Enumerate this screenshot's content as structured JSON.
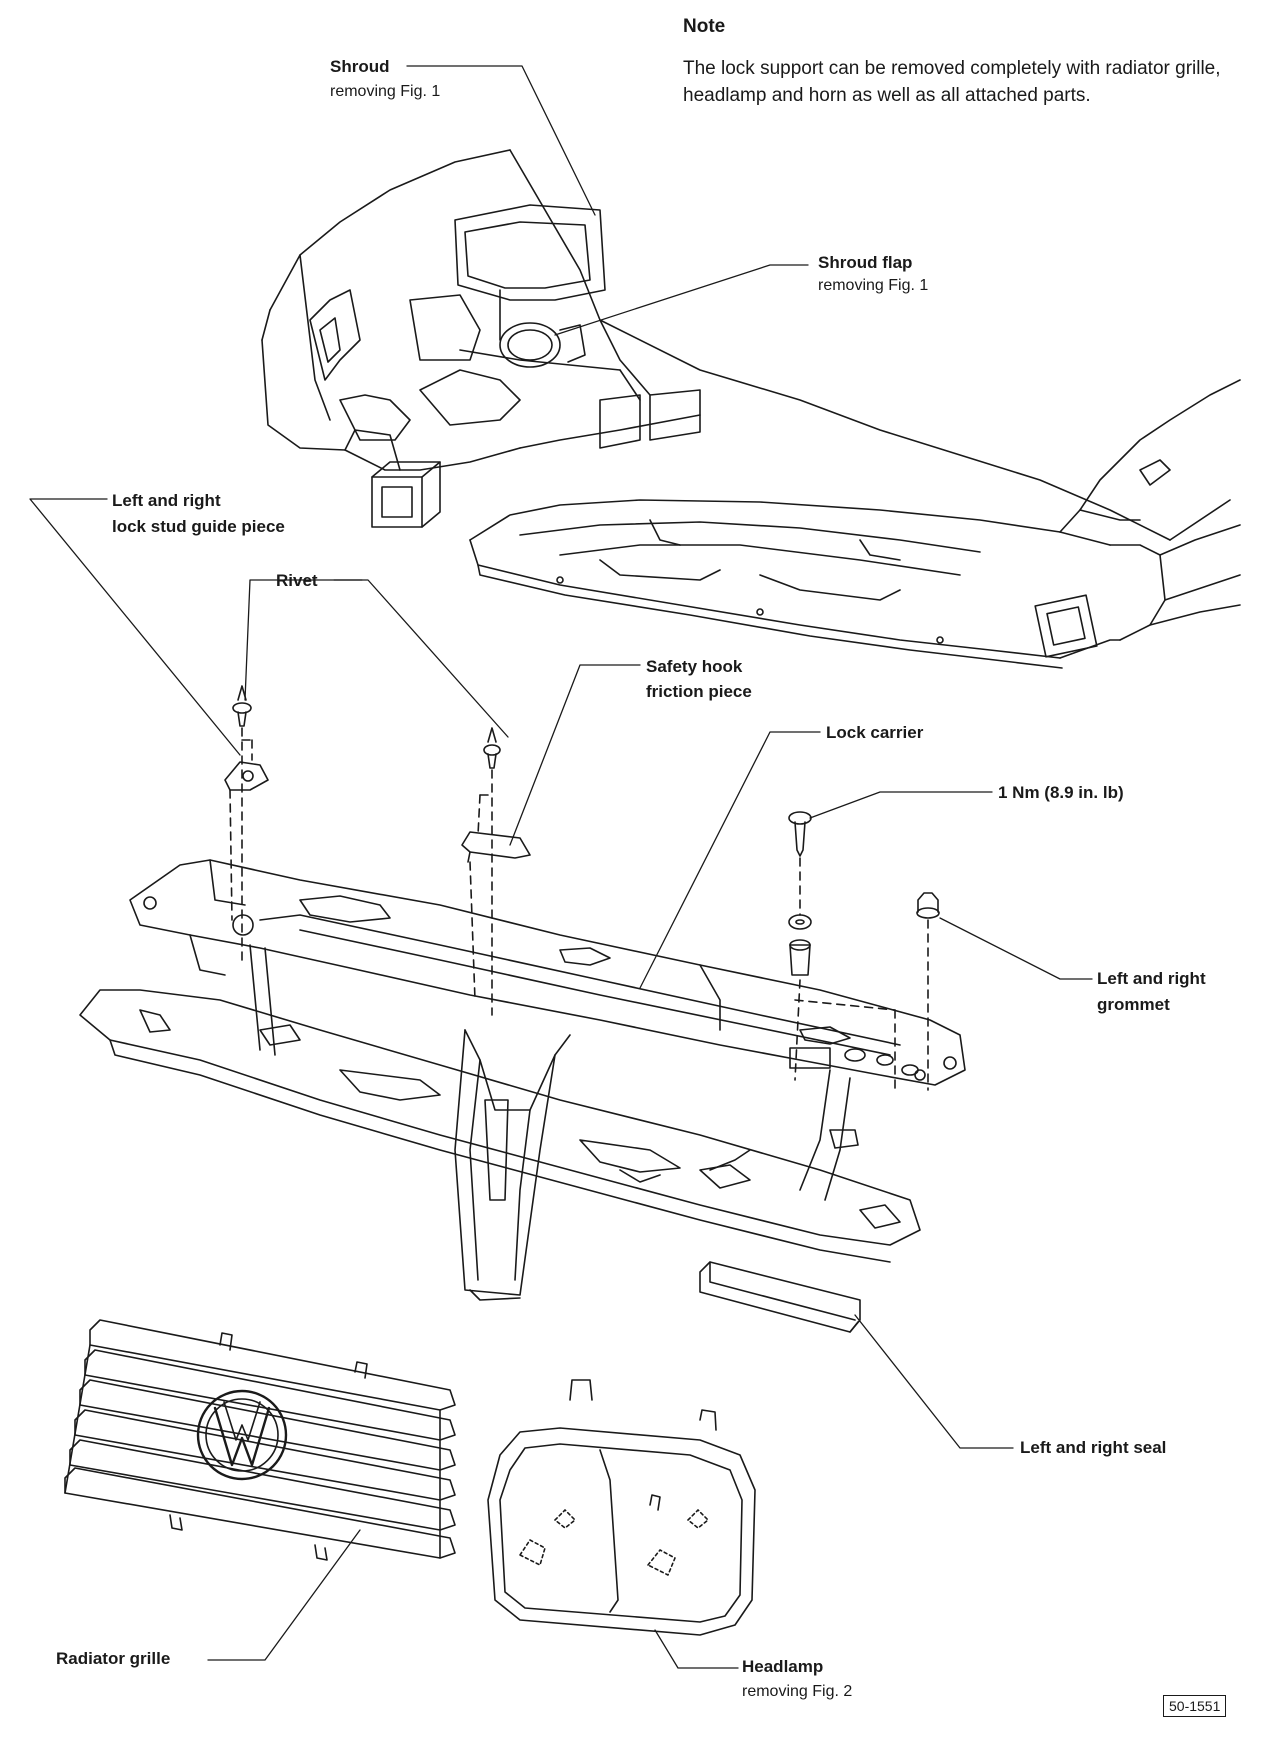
{
  "note": {
    "title": "Note",
    "body": "The lock support can be removed completely with radiator grille, headlamp and horn as well as all attached parts."
  },
  "labels": {
    "shroud": {
      "name": "Shroud",
      "sub": "removing Fig. 1"
    },
    "shroud_flap": {
      "name": "Shroud flap",
      "sub": "removing Fig. 1"
    },
    "lock_stud_guide": {
      "line1": "Left and right",
      "line2": "lock stud guide piece"
    },
    "rivet": "Rivet",
    "safety_hook": {
      "line1": "Safety hook",
      "line2": "friction piece"
    },
    "lock_carrier": "Lock carrier",
    "torque": "1 Nm (8.9 in. lb)",
    "grommet": {
      "line1": "Left and right",
      "line2": "grommet"
    },
    "seal": "Left and right seal",
    "radiator_grille": "Radiator grille",
    "headlamp": {
      "name": "Headlamp",
      "sub": "removing Fig. 2"
    }
  },
  "figure_number": "50-1551",
  "colors": {
    "ink": "#1a1a1a",
    "paper": "#ffffff"
  }
}
